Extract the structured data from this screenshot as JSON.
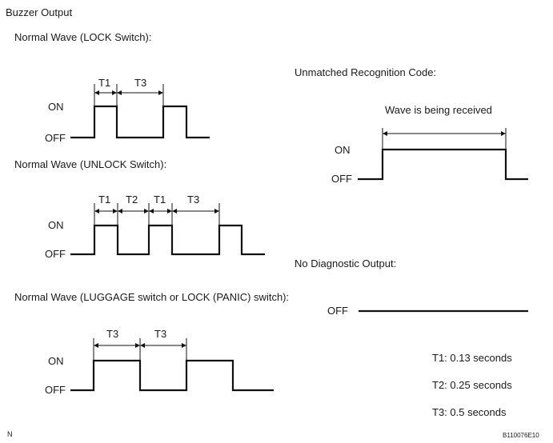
{
  "title": "Buzzer Output",
  "left": {
    "lock": {
      "heading": "Normal Wave (LOCK Switch):",
      "on": "ON",
      "off": "OFF",
      "t1": "T1",
      "t3": "T3"
    },
    "unlock": {
      "heading": "Normal Wave (UNLOCK Switch):",
      "on": "ON",
      "off": "OFF",
      "t1a": "T1",
      "t2": "T2",
      "t1b": "T1",
      "t3": "T3"
    },
    "luggage": {
      "heading": "Normal Wave (LUGGAGE switch or LOCK (PANIC) switch):",
      "on": "ON",
      "off": "OFF",
      "t3a": "T3",
      "t3b": "T3"
    }
  },
  "right": {
    "unmatched": {
      "heading": "Unmatched Recognition Code:",
      "note": "Wave is being received",
      "on": "ON",
      "off": "OFF"
    },
    "nodiag": {
      "heading": "No Diagnostic Output:",
      "off": "OFF"
    }
  },
  "legend": {
    "t1": "T1: 0.13 seconds",
    "t2": "T2: 0.25 seconds",
    "t3": "T3: 0.5 seconds"
  },
  "corner_left": "N",
  "corner_right": "B110076E10"
}
